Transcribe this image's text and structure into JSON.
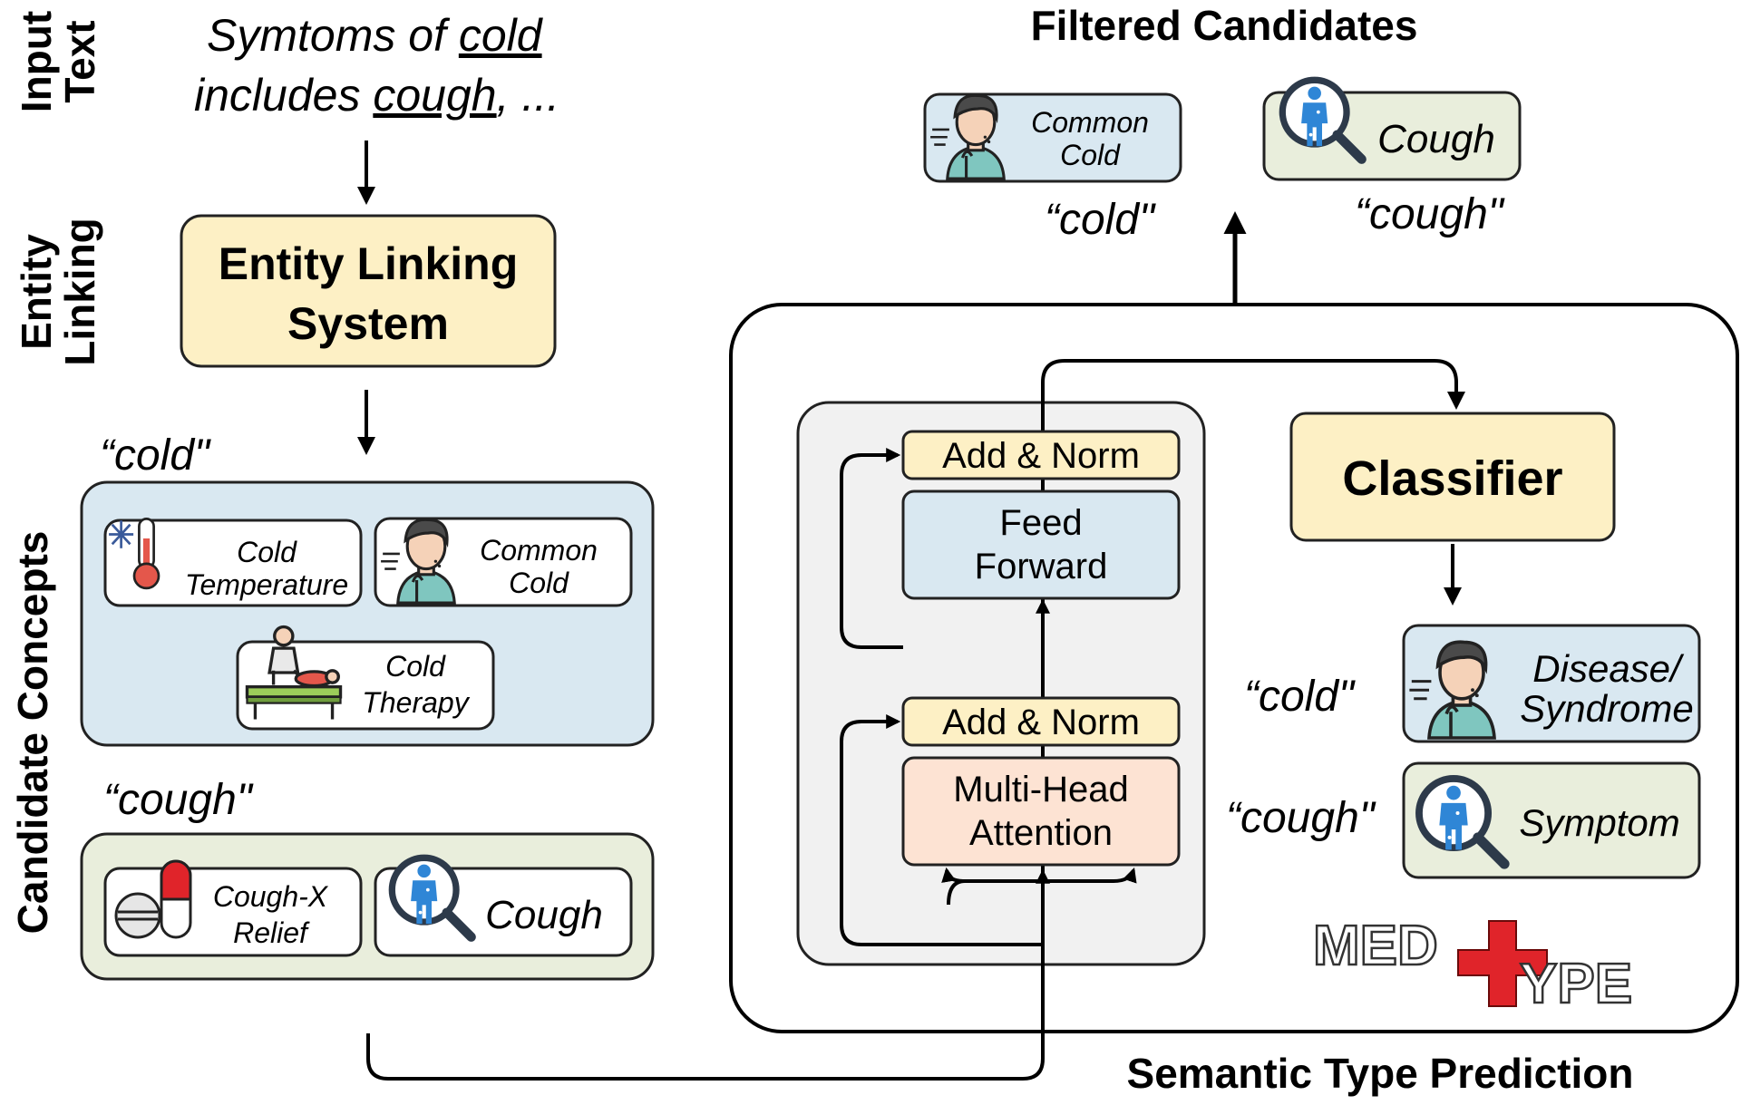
{
  "side_labels": {
    "input_text": [
      "Input",
      "Text"
    ],
    "entity_linking": [
      "Entity",
      "Linking"
    ],
    "candidate_concepts": "Candidate Concepts"
  },
  "input_text": {
    "line1_pre": "Symtoms of ",
    "line1_term": "cold",
    "line2_pre": "includes ",
    "line2_term": "cough",
    "line2_post": ", ..."
  },
  "entity_linking_system": [
    "Entity Linking",
    "System"
  ],
  "candidates": {
    "cold_quote": "“cold\"",
    "cough_quote": "“cough\"",
    "cold_items": [
      {
        "lines": [
          "Cold",
          "Temperature"
        ],
        "icon": "thermometer-snowflake-icon"
      },
      {
        "lines": [
          "Common",
          "Cold"
        ],
        "icon": "sneezing-person-icon"
      },
      {
        "lines": [
          "Cold",
          "Therapy"
        ],
        "icon": "physiotherapy-icon"
      }
    ],
    "cough_items": [
      {
        "lines": [
          "Cough-X",
          "Relief"
        ],
        "icon": "pills-icon"
      },
      {
        "lines": [
          "Cough"
        ],
        "icon": "body-magnifier-icon"
      }
    ]
  },
  "filtered": {
    "title": "Filtered Candidates",
    "items": [
      {
        "lines": [
          "Common",
          "Cold"
        ],
        "quote": "“cold\"",
        "icon": "sneezing-person-icon"
      },
      {
        "lines": [
          "Cough"
        ],
        "quote": "“cough\"",
        "icon": "body-magnifier-icon"
      }
    ]
  },
  "transformer": {
    "add_norm_top": "Add & Norm",
    "feed_forward": [
      "Feed",
      "Forward"
    ],
    "add_norm_bottom": "Add & Norm",
    "attention": [
      "Multi-Head",
      "Attention"
    ]
  },
  "classifier": "Classifier",
  "predictions": [
    {
      "quote": "“cold\"",
      "lines": [
        "Disease/",
        "Syndrome"
      ],
      "icon": "sneezing-person-icon"
    },
    {
      "quote": "“cough\"",
      "lines": [
        "Symptom"
      ],
      "icon": "body-magnifier-icon"
    }
  ],
  "logo": {
    "part1": "MED",
    "part2": "YPE"
  },
  "semantic_type_prediction": "Semantic Type Prediction",
  "colors": {
    "yellow": "#fdf0c5",
    "blue": "#d9e8f1",
    "green": "#e9eedc",
    "gray": "#f1f1f1",
    "peach": "#fde3d3",
    "red": "#e0242a"
  }
}
